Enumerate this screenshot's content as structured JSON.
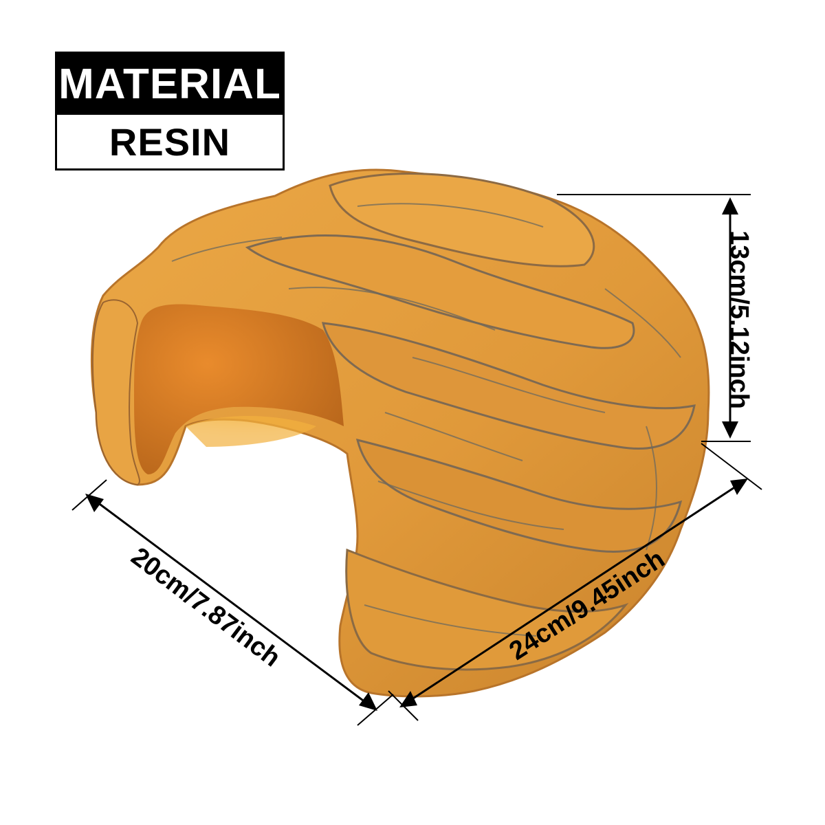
{
  "material": {
    "heading": "MATERIAL",
    "value": "RESIN"
  },
  "product": {
    "name_icon": "resin-reptile-hide-cave",
    "base_color": "#E09A3A",
    "shadow_color": "#B86F1E",
    "crack_color": "#6E6A5E"
  },
  "dimensions": {
    "height_label": "13cm/5.12inch",
    "depth_label": "20cm/7.87inch",
    "width_label": "24cm/9.45inch"
  }
}
